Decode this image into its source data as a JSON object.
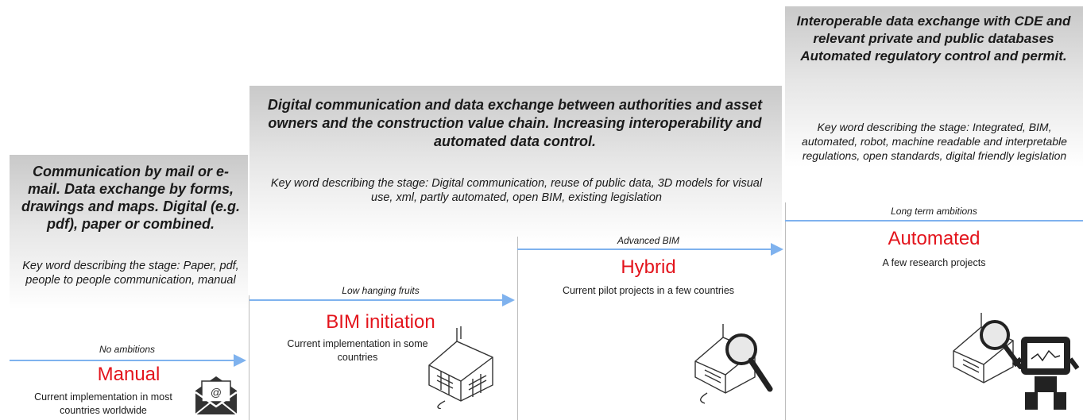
{
  "stages": [
    {
      "heading": "Communication by mail or e-mail. Data exchange by forms, drawings and maps. Digital (e.g. pdf), paper or combined.",
      "keywords": "Key word describing the stage: Paper, pdf, people to people communication, manual",
      "ambition": "No ambitions",
      "title": "Manual",
      "description": "Current implementation in most countries worldwide",
      "icon": "envelope-icon"
    },
    {
      "heading": "Digital communication and data exchange between authorities and asset owners and  the construction value chain. Increasing interoperability and automated data control.",
      "keywords": "Key word describing the stage: Digital communication, reuse of public data, 3D models for visual use, xml, partly automated, open BIM, existing legislation",
      "ambition": "Low  hanging fruits",
      "title": "BIM initiation",
      "description": "Current implementation in some countries",
      "icon": "building-model-icon"
    },
    {
      "ambition": "Advanced BIM",
      "title": "Hybrid",
      "description": "Current pilot projects in a few countries",
      "icon": "magnifier-building-icon"
    },
    {
      "heading": "Interoperable data exchange with CDE and relevant private and public databases Automated regulatory control and permit.",
      "keywords": "Key word describing the stage: Integrated, BIM, automated, robot, machine readable and interpretable regulations, open standards, digital friendly legislation",
      "ambition": "Long term ambitions",
      "title": "Automated",
      "description": "A few research projects",
      "icon": "robot-icon"
    }
  ],
  "colors": {
    "title": "#e3141c",
    "arrow": "#7fb2ee",
    "panel_top": "#c9c9c9"
  }
}
